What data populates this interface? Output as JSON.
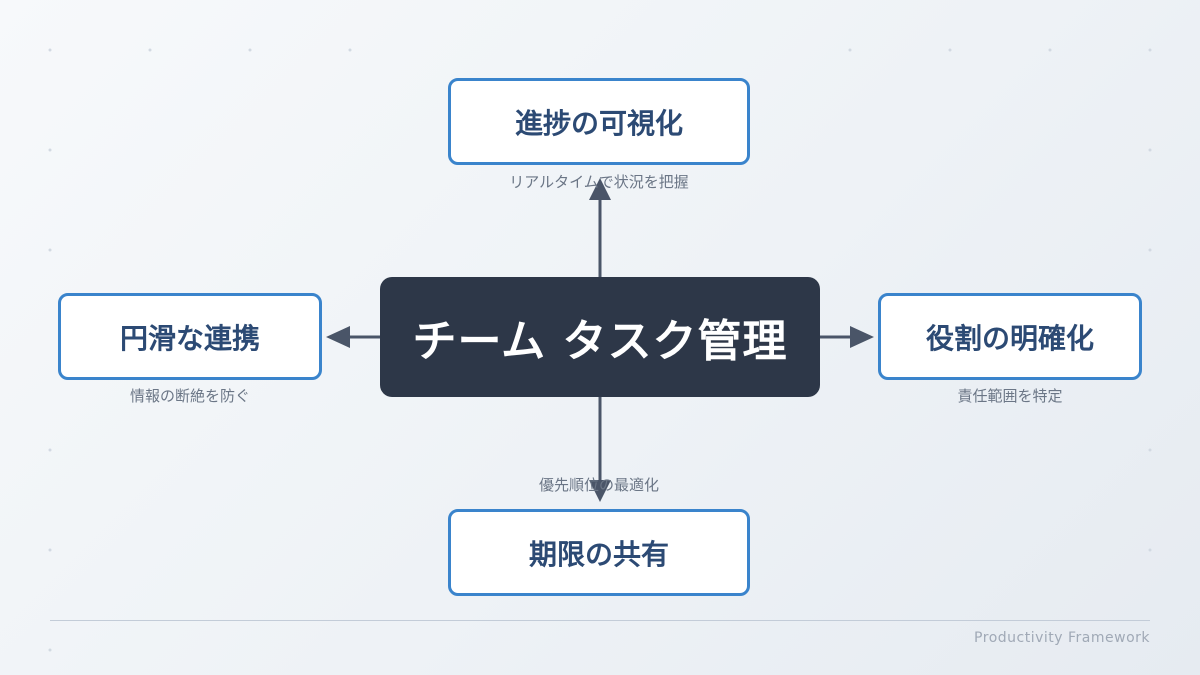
{
  "center": {
    "title": "チーム タスク管理"
  },
  "nodes": {
    "top": {
      "label": "進捗の可視化",
      "caption": "リアルタイムで状況を把握"
    },
    "left": {
      "label": "円滑な連携",
      "caption": "情報の断絶を防ぐ"
    },
    "right": {
      "label": "役割の明確化",
      "caption": "責任範囲を特定"
    },
    "bottom": {
      "label": "期限の共有",
      "caption": "優先順位の最適化"
    }
  },
  "footer": {
    "text": "Productivity Framework"
  },
  "colors": {
    "center_bg": "#2d3748",
    "node_border": "#3a84cc",
    "node_text": "#2c4a74",
    "arrow": "#4a5568",
    "caption": "#6b7686"
  }
}
